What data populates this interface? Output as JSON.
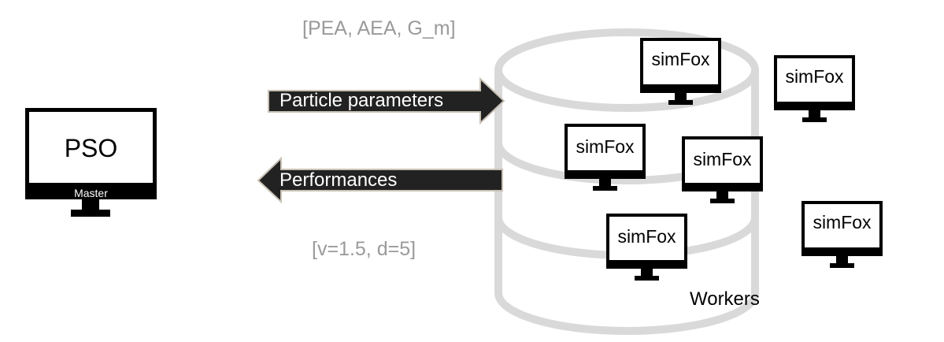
{
  "notes": {
    "params_example": "[PEA, AEA, G_m]",
    "perf_example": "[v=1.5, d=5]"
  },
  "master": {
    "screen_label": "PSO",
    "chin_label": "Master"
  },
  "arrows": {
    "to_workers": "Particle parameters",
    "to_master": "Performances"
  },
  "workers": {
    "caption": "Workers",
    "items": [
      {
        "label": "simFox"
      },
      {
        "label": "simFox"
      },
      {
        "label": "simFox"
      },
      {
        "label": "simFox"
      },
      {
        "label": "simFox"
      },
      {
        "label": "simFox"
      }
    ]
  }
}
